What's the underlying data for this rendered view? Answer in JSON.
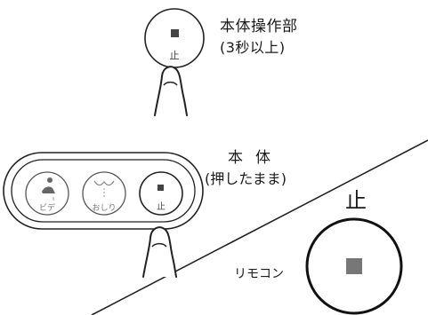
{
  "texts": {
    "main_panel": "本体操作部",
    "hold_time": "(3秒以上)",
    "body": "本体",
    "press_hold": "(押したまま)",
    "stop_big": "止",
    "remote": "リモコン"
  },
  "buttons": {
    "bidet": "ビデ",
    "oshiri": "おしり",
    "stop": "止"
  },
  "icons": {
    "stop_square": "stop-square-icon",
    "bidet_figure": "bidet-icon",
    "oshiri_spray": "spray-icon",
    "finger": "pressing-finger-icon"
  }
}
